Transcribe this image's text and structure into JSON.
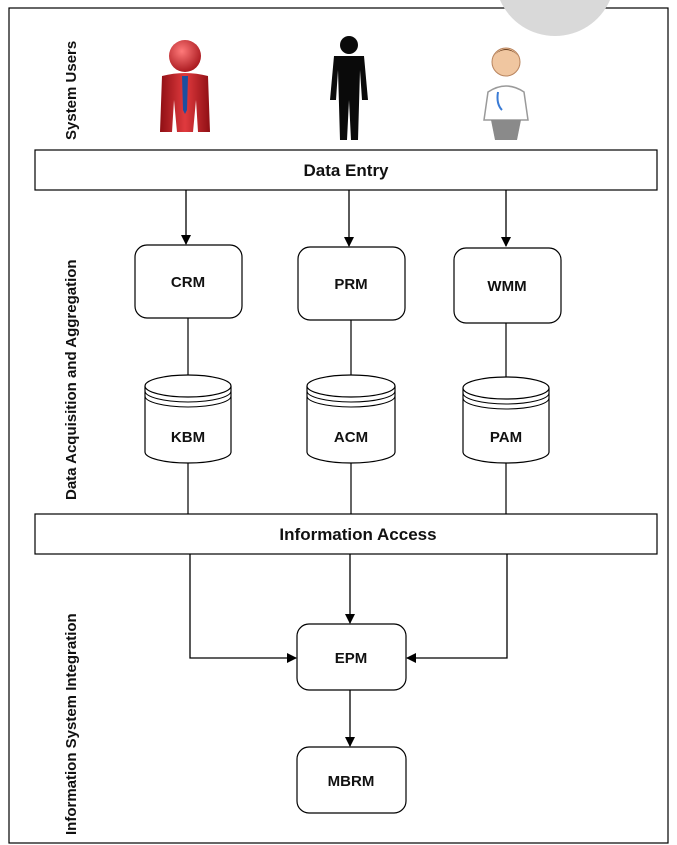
{
  "colors": {
    "line": "#000000",
    "box_fill": "#ffffff",
    "user_red": "#d3262b",
    "user_black": "#0a0a0a",
    "doctor_coat": "#ffffff",
    "doctor_skin": "#f0c6a0"
  },
  "sections": {
    "users": "System Users",
    "acquisition": "Data Acquisition and Aggregation",
    "integration": "Information System Integration"
  },
  "bars": {
    "data_entry": "Data Entry",
    "information_access": "Information Access"
  },
  "modules": {
    "crm": "CRM",
    "prm": "PRM",
    "wmm": "WMM",
    "epm": "EPM",
    "mbrm": "MBRM"
  },
  "databases": {
    "kbm": "KBM",
    "acm": "ACM",
    "pam": "PAM"
  },
  "icons": [
    "businessman-red-icon",
    "person-silhouette-icon",
    "doctor-icon"
  ]
}
